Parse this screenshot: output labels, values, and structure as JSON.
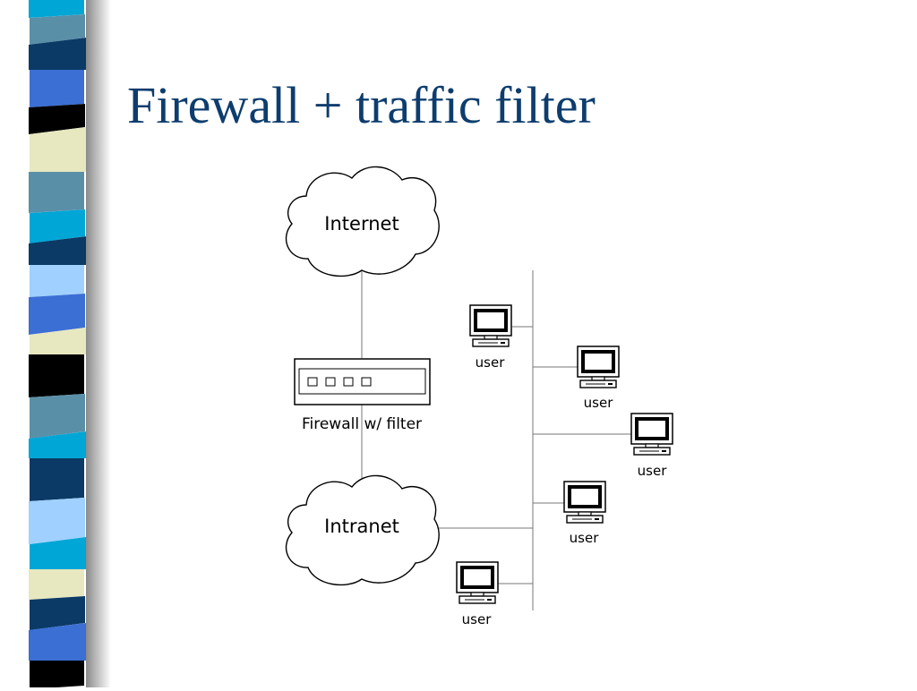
{
  "slide": {
    "title": "Firewall + traffic filter"
  },
  "diagram": {
    "internet_label": "Internet",
    "intranet_label": "Intranet",
    "firewall_label": "Firewall w/ filter",
    "users": [
      {
        "label": "user"
      },
      {
        "label": "user"
      },
      {
        "label": "user"
      },
      {
        "label": "user"
      },
      {
        "label": "user"
      }
    ]
  },
  "colors": {
    "title": "#0d3d6e",
    "stripe_palette": [
      "#00a6d6",
      "#5a8fa8",
      "#0b3a66",
      "#3b6fd4",
      "#000000",
      "#e7e7c0",
      "#9fd0ff"
    ]
  }
}
